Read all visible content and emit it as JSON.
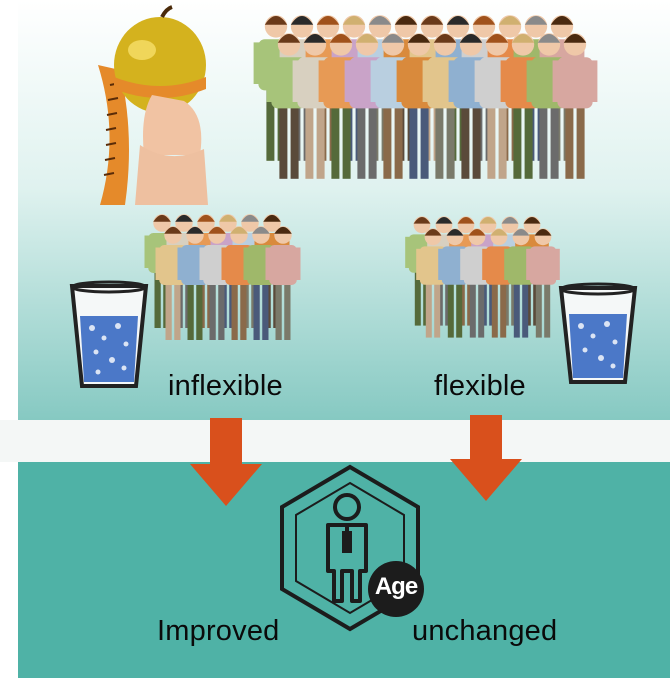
{
  "groups": {
    "left_label": "inflexible",
    "right_label": "flexible"
  },
  "outcomes": {
    "left_label": "Improved",
    "right_label": "unchanged"
  },
  "age_icon": {
    "badge_text": "Age",
    "icon": "person-battery-icon"
  },
  "icons": {
    "apple": "apple-measuring-tape-icon",
    "crowd": "crowd-icon",
    "glass": "water-glass-icon",
    "arrow": "arrow-down-icon"
  },
  "colors": {
    "arrow": "#d9501c",
    "panel_bottom": "#4fb2a6",
    "apple": "#d4b21e",
    "tape": "#e58a2a"
  }
}
